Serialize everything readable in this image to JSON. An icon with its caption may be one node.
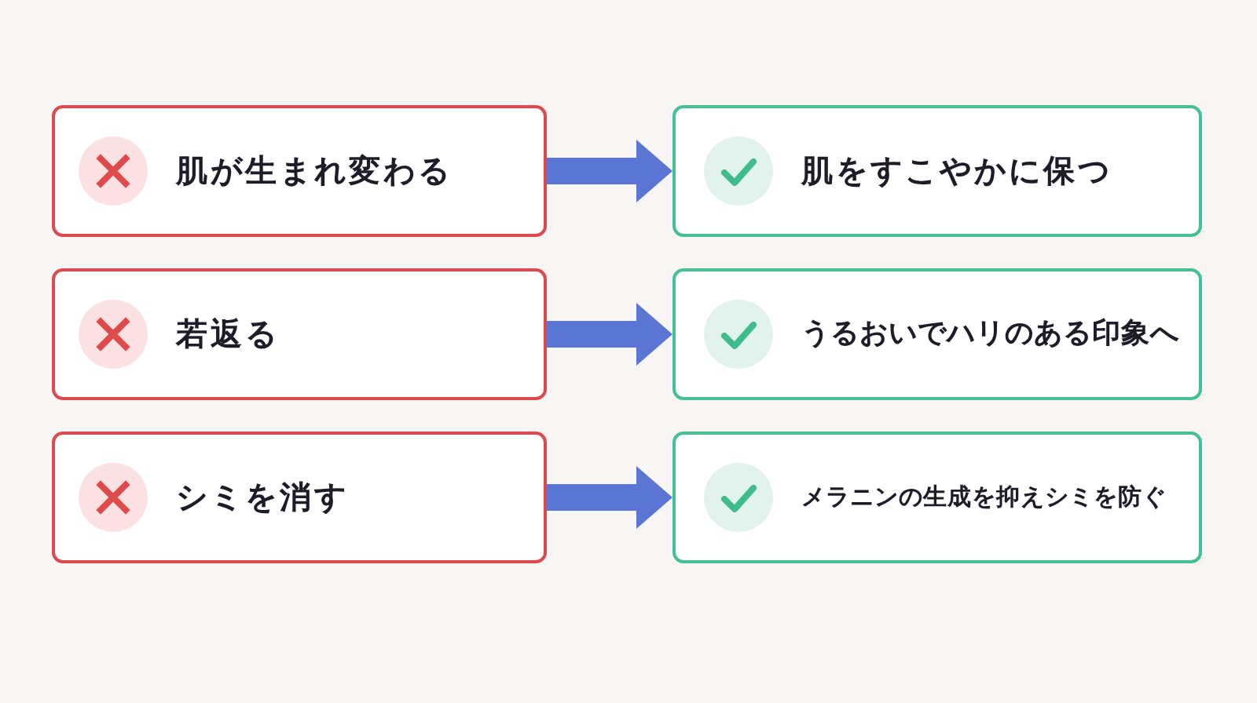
{
  "diagram": {
    "nodes": [
      {
        "text": [
          "肌が生まれ変わる"
        ]
      },
      {
        "text": [
          "肌をすこやかに保つ"
        ]
      },
      {
        "text": [
          "若返る"
        ]
      },
      {
        "text": [
          "うるおいでハリのある印象へ"
        ]
      },
      {
        "text": [
          "シミを消す"
        ]
      },
      {
        "text": [
          "メラニンの生成を抑えシミを防ぐ"
        ]
      }
    ],
    "edges": [
      {
        "from": 0,
        "to": 1,
        "arrow": "to"
      },
      {
        "from": 2,
        "to": 3,
        "arrow": "to"
      },
      {
        "from": 4,
        "to": 5,
        "arrow": "to"
      }
    ]
  }
}
